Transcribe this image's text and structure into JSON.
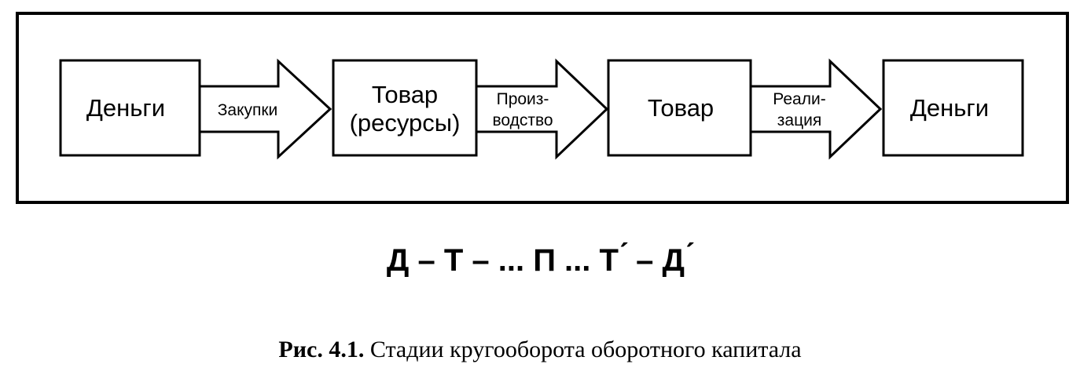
{
  "diagram": {
    "boxes": [
      {
        "lines": [
          "Деньги"
        ]
      },
      {
        "lines": [
          "Товар",
          "(ресурсы)"
        ]
      },
      {
        "lines": [
          "Товар"
        ]
      },
      {
        "lines": [
          "Деньги"
        ]
      }
    ],
    "arrows": [
      {
        "lines": [
          "Закупки"
        ]
      },
      {
        "lines": [
          "Произ-",
          "водство"
        ]
      },
      {
        "lines": [
          "Реали-",
          "зация"
        ]
      }
    ]
  },
  "formula": {
    "text": "Д – Т – ... П ... Т ́  – Д ́"
  },
  "caption": {
    "number": "Рис. 4.1.",
    "text": " Стадии кругооборота оборотного капитала"
  }
}
